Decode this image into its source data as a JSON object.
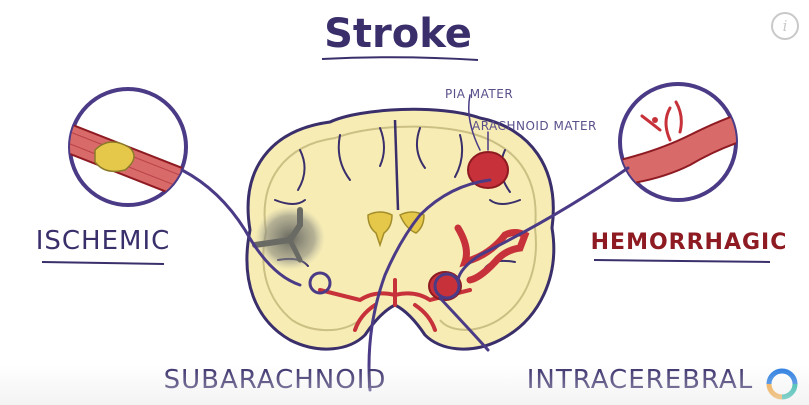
{
  "title": "Stroke",
  "labels": {
    "ischemic": "ISCHEMIC",
    "hemorrhagic": "HEMORRHAGIC",
    "subarachnoid": "SUBARACHNOID",
    "intracerebral": "INTRACEREBRAL",
    "pia_mater": "PIA MATER",
    "arachnoid_mater": "ARACHNOID MATER"
  },
  "icons": {
    "info": "info-icon",
    "logo": "brand-logo-icon"
  },
  "colors": {
    "ink": "#3a2f6b",
    "brain": "#f6ecb4",
    "blood": "#c7313a",
    "dark_blood": "#8e1a22",
    "ischemia": "#777770"
  }
}
